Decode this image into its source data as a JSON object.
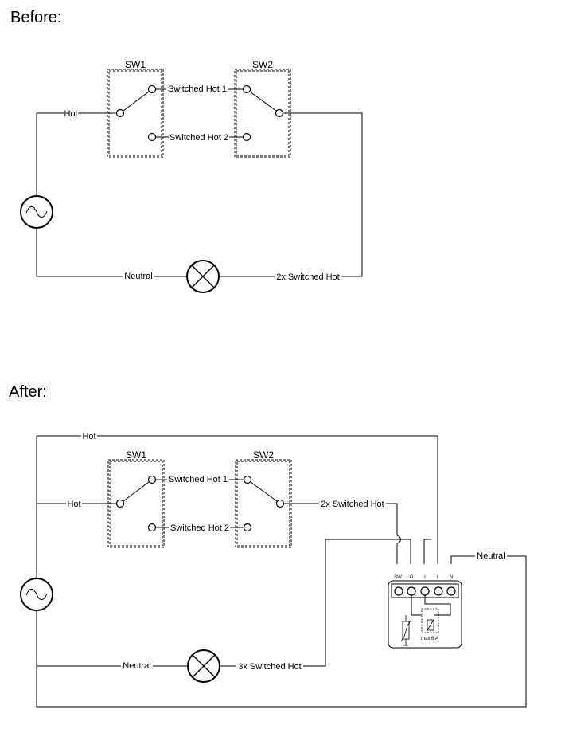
{
  "before": {
    "title": "Before:",
    "switch1_label": "SW1",
    "switch2_label": "SW2",
    "hot_label": "Hot",
    "traveler1_label": "Switched Hot 1",
    "traveler2_label": "Switched Hot 2",
    "neutral_label": "Neutral",
    "switched_hot_label": "2x Switched Hot"
  },
  "after": {
    "title": "After:",
    "switch1_label": "SW1",
    "switch2_label": "SW2",
    "hot_top_label": "Hot",
    "hot_label": "Hot",
    "traveler1_label": "Switched Hot 1",
    "traveler2_label": "Switched Hot 2",
    "switched_hot_label": "2x Switched Hot",
    "neutral_label": "Neutral",
    "load_label": "3x Switched Hot",
    "module_neutral_label": "Neutral",
    "module": {
      "terminals": [
        "SW",
        "O",
        "I",
        "L",
        "N"
      ],
      "rating": "max 6 A"
    }
  }
}
